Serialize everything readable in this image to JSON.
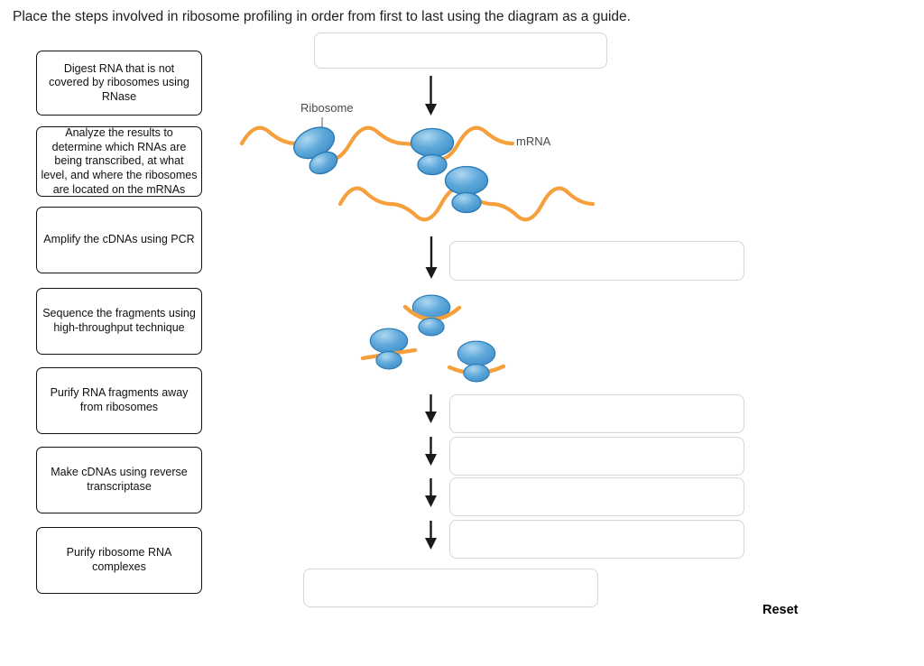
{
  "page": {
    "title": "Place the steps involved in ribosome profiling in order from first to last using the diagram as a guide."
  },
  "steps": [
    {
      "label": "Digest RNA that is not covered by ribosomes using RNase"
    },
    {
      "label": "Analyze the results to determine which RNAs are being transcribed, at what level, and where the ribosomes are located on the mRNAs"
    },
    {
      "label": "Amplify the cDNAs using PCR"
    },
    {
      "label": "Sequence the fragments using high-throughput technique"
    },
    {
      "label": "Purify RNA fragments away from ribosomes"
    },
    {
      "label": "Make cDNAs using reverse transcriptase"
    },
    {
      "label": "Purify ribosome RNA complexes"
    }
  ],
  "dropzones": [
    {
      "value": ""
    },
    {
      "value": ""
    },
    {
      "value": ""
    },
    {
      "value": ""
    },
    {
      "value": ""
    },
    {
      "value": ""
    },
    {
      "value": ""
    }
  ],
  "diagram": {
    "ribosome_label": "Ribosome",
    "mrna_label": "mRNA",
    "colors": {
      "mrna_strand": "#F5A03C",
      "ribosome_fill": "#4D9CD5",
      "ribosome_highlight": "#AFD7F1",
      "ribosome_stroke": "#2879B6",
      "arrow": "#1A1A1A",
      "dropzone_border": "#D5D5D5",
      "card_border": "#111111",
      "label_text": "#4A4A4A",
      "title_text": "#212121"
    }
  },
  "actions": {
    "reset_label": "Reset"
  }
}
